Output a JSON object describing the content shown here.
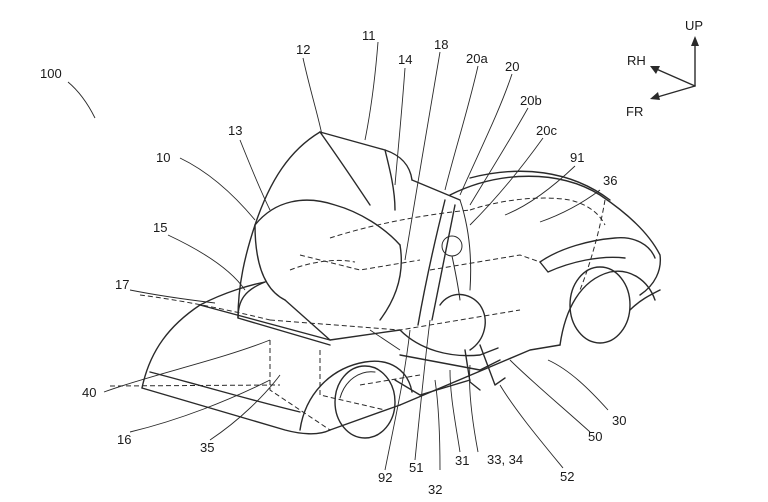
{
  "figure": {
    "labels": {
      "l100": "100",
      "l10": "10",
      "l11": "11",
      "l12": "12",
      "l13": "13",
      "l14": "14",
      "l15": "15",
      "l16": "16",
      "l17": "17",
      "l18": "18",
      "l20": "20",
      "l20a": "20a",
      "l20b": "20b",
      "l20c": "20c",
      "l30": "30",
      "l31": "31",
      "l32": "32",
      "l3334": "33, 34",
      "l35": "35",
      "l36": "36",
      "l40": "40",
      "l50": "50",
      "l51": "51",
      "l52": "52",
      "l91": "91",
      "l92": "92"
    },
    "axes": {
      "up": "UP",
      "rh": "RH",
      "fr": "FR"
    }
  }
}
